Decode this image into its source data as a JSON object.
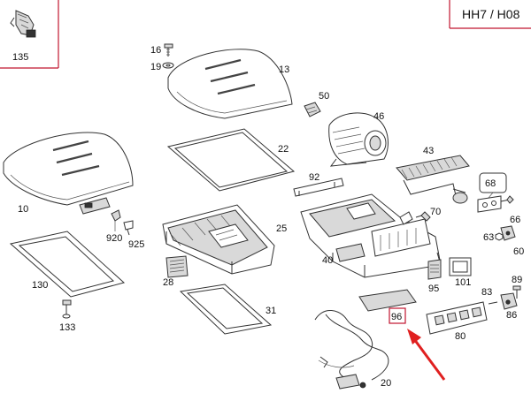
{
  "header": {
    "model_code": "HH7 / H08"
  },
  "inset": {
    "label": "135"
  },
  "callouts": {
    "c16": "16",
    "c19": "19",
    "c13": "13",
    "c50": "50",
    "c46": "46",
    "c22": "22",
    "c10": "10",
    "c43": "43",
    "c92": "92",
    "c68": "68",
    "c66": "66",
    "c70": "70",
    "c920": "920",
    "c925": "925",
    "c25": "25",
    "c40": "40",
    "c63": "63",
    "c60": "60",
    "c130": "130",
    "c28": "28",
    "c95": "95",
    "c101": "101",
    "c89": "89",
    "c83": "83",
    "c86": "86",
    "c31": "31",
    "c133": "133",
    "c80": "80",
    "c20": "20"
  },
  "highlight": {
    "label": "96",
    "color": "#c0152f"
  },
  "arrow": {
    "color": "#e02020"
  }
}
